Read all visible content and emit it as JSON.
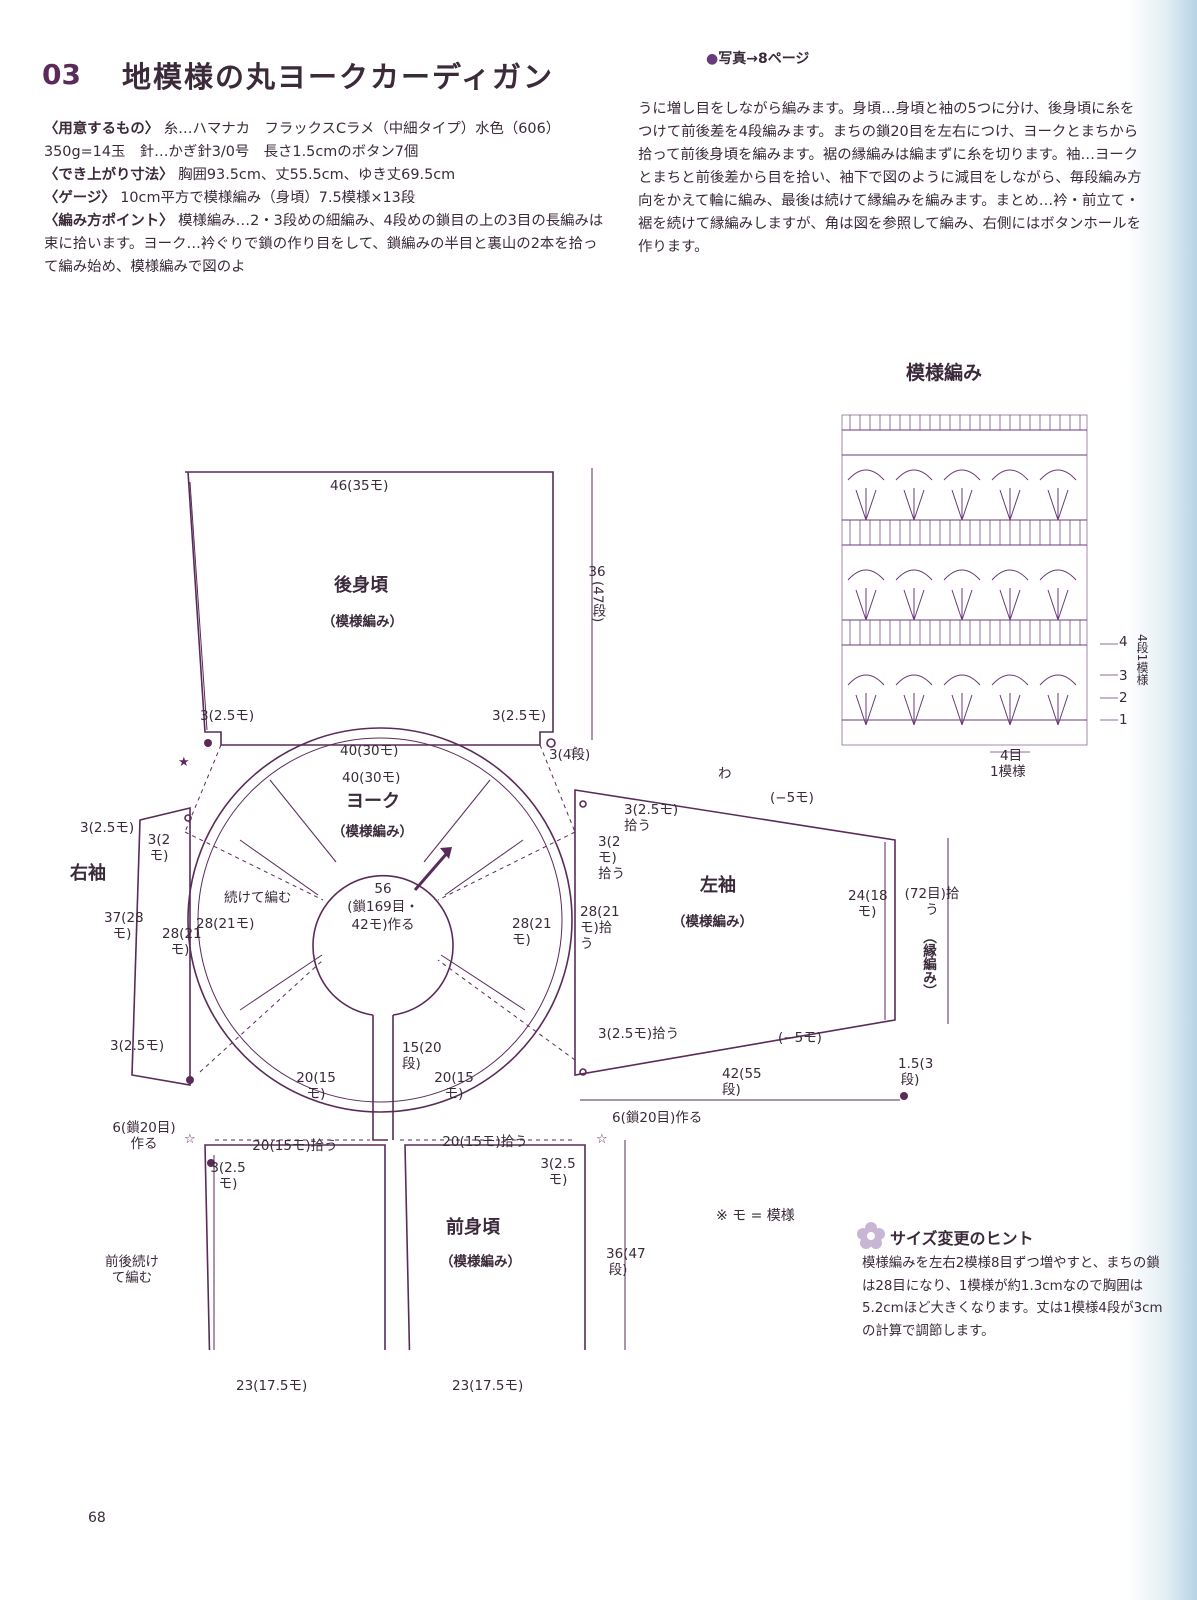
{
  "title": {
    "number": "03",
    "text": "地模様の丸ヨークカーディガン",
    "photo_ref": "写真→8ページ"
  },
  "instructions_left": [
    {
      "label": "〈用意するもの〉",
      "text": "糸…ハマナカ　フラックスCラメ（中細タイプ）水色（606）350g=14玉　針…かぎ針3/0号　長さ1.5cmのボタン7個"
    },
    {
      "label": "〈でき上がり寸法〉",
      "text": "胸囲93.5cm、丈55.5cm、ゆき丈69.5cm"
    },
    {
      "label": "〈ゲージ〉",
      "text": "10cm平方で模様編み（身頃）7.5模様×13段"
    },
    {
      "label": "〈編み方ポイント〉",
      "text": "模様編み…2・3段めの細編み、4段めの鎖目の上の3目の長編みは束に拾います。ヨーク…衿ぐりで鎖の作り目をして、鎖編みの半目と裏山の2本を拾って編み始め、模様編みで図のよ"
    }
  ],
  "instructions_right": "うに増し目をしながら編みます。身頃…身頃と袖の5つに分け、後身頃に糸をつけて前後差を4段編みます。まちの鎖20目を左右につけ、ヨークとまちから拾って前後身頃を編みます。裾の縁編みは編まずに糸を切ります。袖…ヨークとまちと前後差から目を拾い、袖下で図のように減目をしながら、毎段編み方向をかえて輪に編み、最後は続けて縁編みを編みます。まとめ…衿・前立て・裾を続けて縁編みしますが、角は図を参照して編み、右側にはボタンホールを作ります。",
  "pattern": {
    "title": "模様編み",
    "repeat_label": "4目",
    "repeat_sub": "1模様",
    "rows_label": "4段1模様",
    "row_marks": [
      "4",
      "3",
      "2",
      "1"
    ]
  },
  "back": {
    "name": "後身頃",
    "stitch": "（模様編み）",
    "width_top": "46(35モ)",
    "height": "36(47段)",
    "height_num": "36",
    "height_rows": "(47段)",
    "corner_left": "3(2.5モ)",
    "corner_right": "3(2.5モ)",
    "bottom": "40(30モ)",
    "side_rows": "3(4段)"
  },
  "yoke": {
    "name": "ヨーク",
    "stitch": "（模様編み）",
    "outer": "40(30モ)",
    "neck_line1": "56",
    "neck_line2": "(鎖169目・",
    "neck_line3": "42モ)作る",
    "left_side": "28(21モ)",
    "right_side": "28(21モ)",
    "front_left": "20(15モ)",
    "front_right": "20(15モ)",
    "placket": "15(20段)",
    "continue_label": "続けて編む"
  },
  "right_sleeve": {
    "name": "右袖",
    "top": "3(2.5モ)",
    "top2": "3(2モ)",
    "length": "37(28モ)",
    "inner": "28(21モ)",
    "bottom": "3(2.5モ)"
  },
  "left_sleeve": {
    "name": "左袖",
    "stitch": "（模様編み）",
    "ring": "わ",
    "dec_top": "(−5モ)",
    "dec_bottom": "(−5モ)",
    "pick1": "3(2.5モ)拾う",
    "pick2": "3(2モ)拾う",
    "inner": "28(21モ)拾う",
    "cuff_width": "24(18モ)",
    "cuff_pick": "(72目)拾う",
    "cuff_edge": "（縁編み）",
    "length": "42(55段)",
    "edge": "1.5(3段)",
    "pick3": "3(2.5モ)拾う"
  },
  "front": {
    "name": "前身頃",
    "stitch": "（模様編み）",
    "gusset_left": "6(鎖20目)作る",
    "gusset_right": "6(鎖20目)作る",
    "pick_left": "20(15モ)拾う",
    "pick_right": "20(15モ)拾う",
    "corner_left": "3(2.5モ)",
    "corner_right": "3(2.5モ)",
    "height": "36(47段)",
    "bottom_left": "23(17.5モ)",
    "bottom_right": "23(17.5モ)",
    "continue_label": "前後続けて編む"
  },
  "note": "※ モ = 模様",
  "hint": {
    "title": "サイズ変更のヒント",
    "body": "模様編みを左右2模様8目ずつ増やすと、まちの鎖は28目になり、1模様が約1.3cmなので胸囲は5.2cmほど大きくなります。丈は1模様4段が3cmの計算で調節します。"
  },
  "page_number": "68",
  "colors": {
    "line": "#5a2b5a",
    "text": "#3a2a3a",
    "accent": "#6a3b7a"
  }
}
